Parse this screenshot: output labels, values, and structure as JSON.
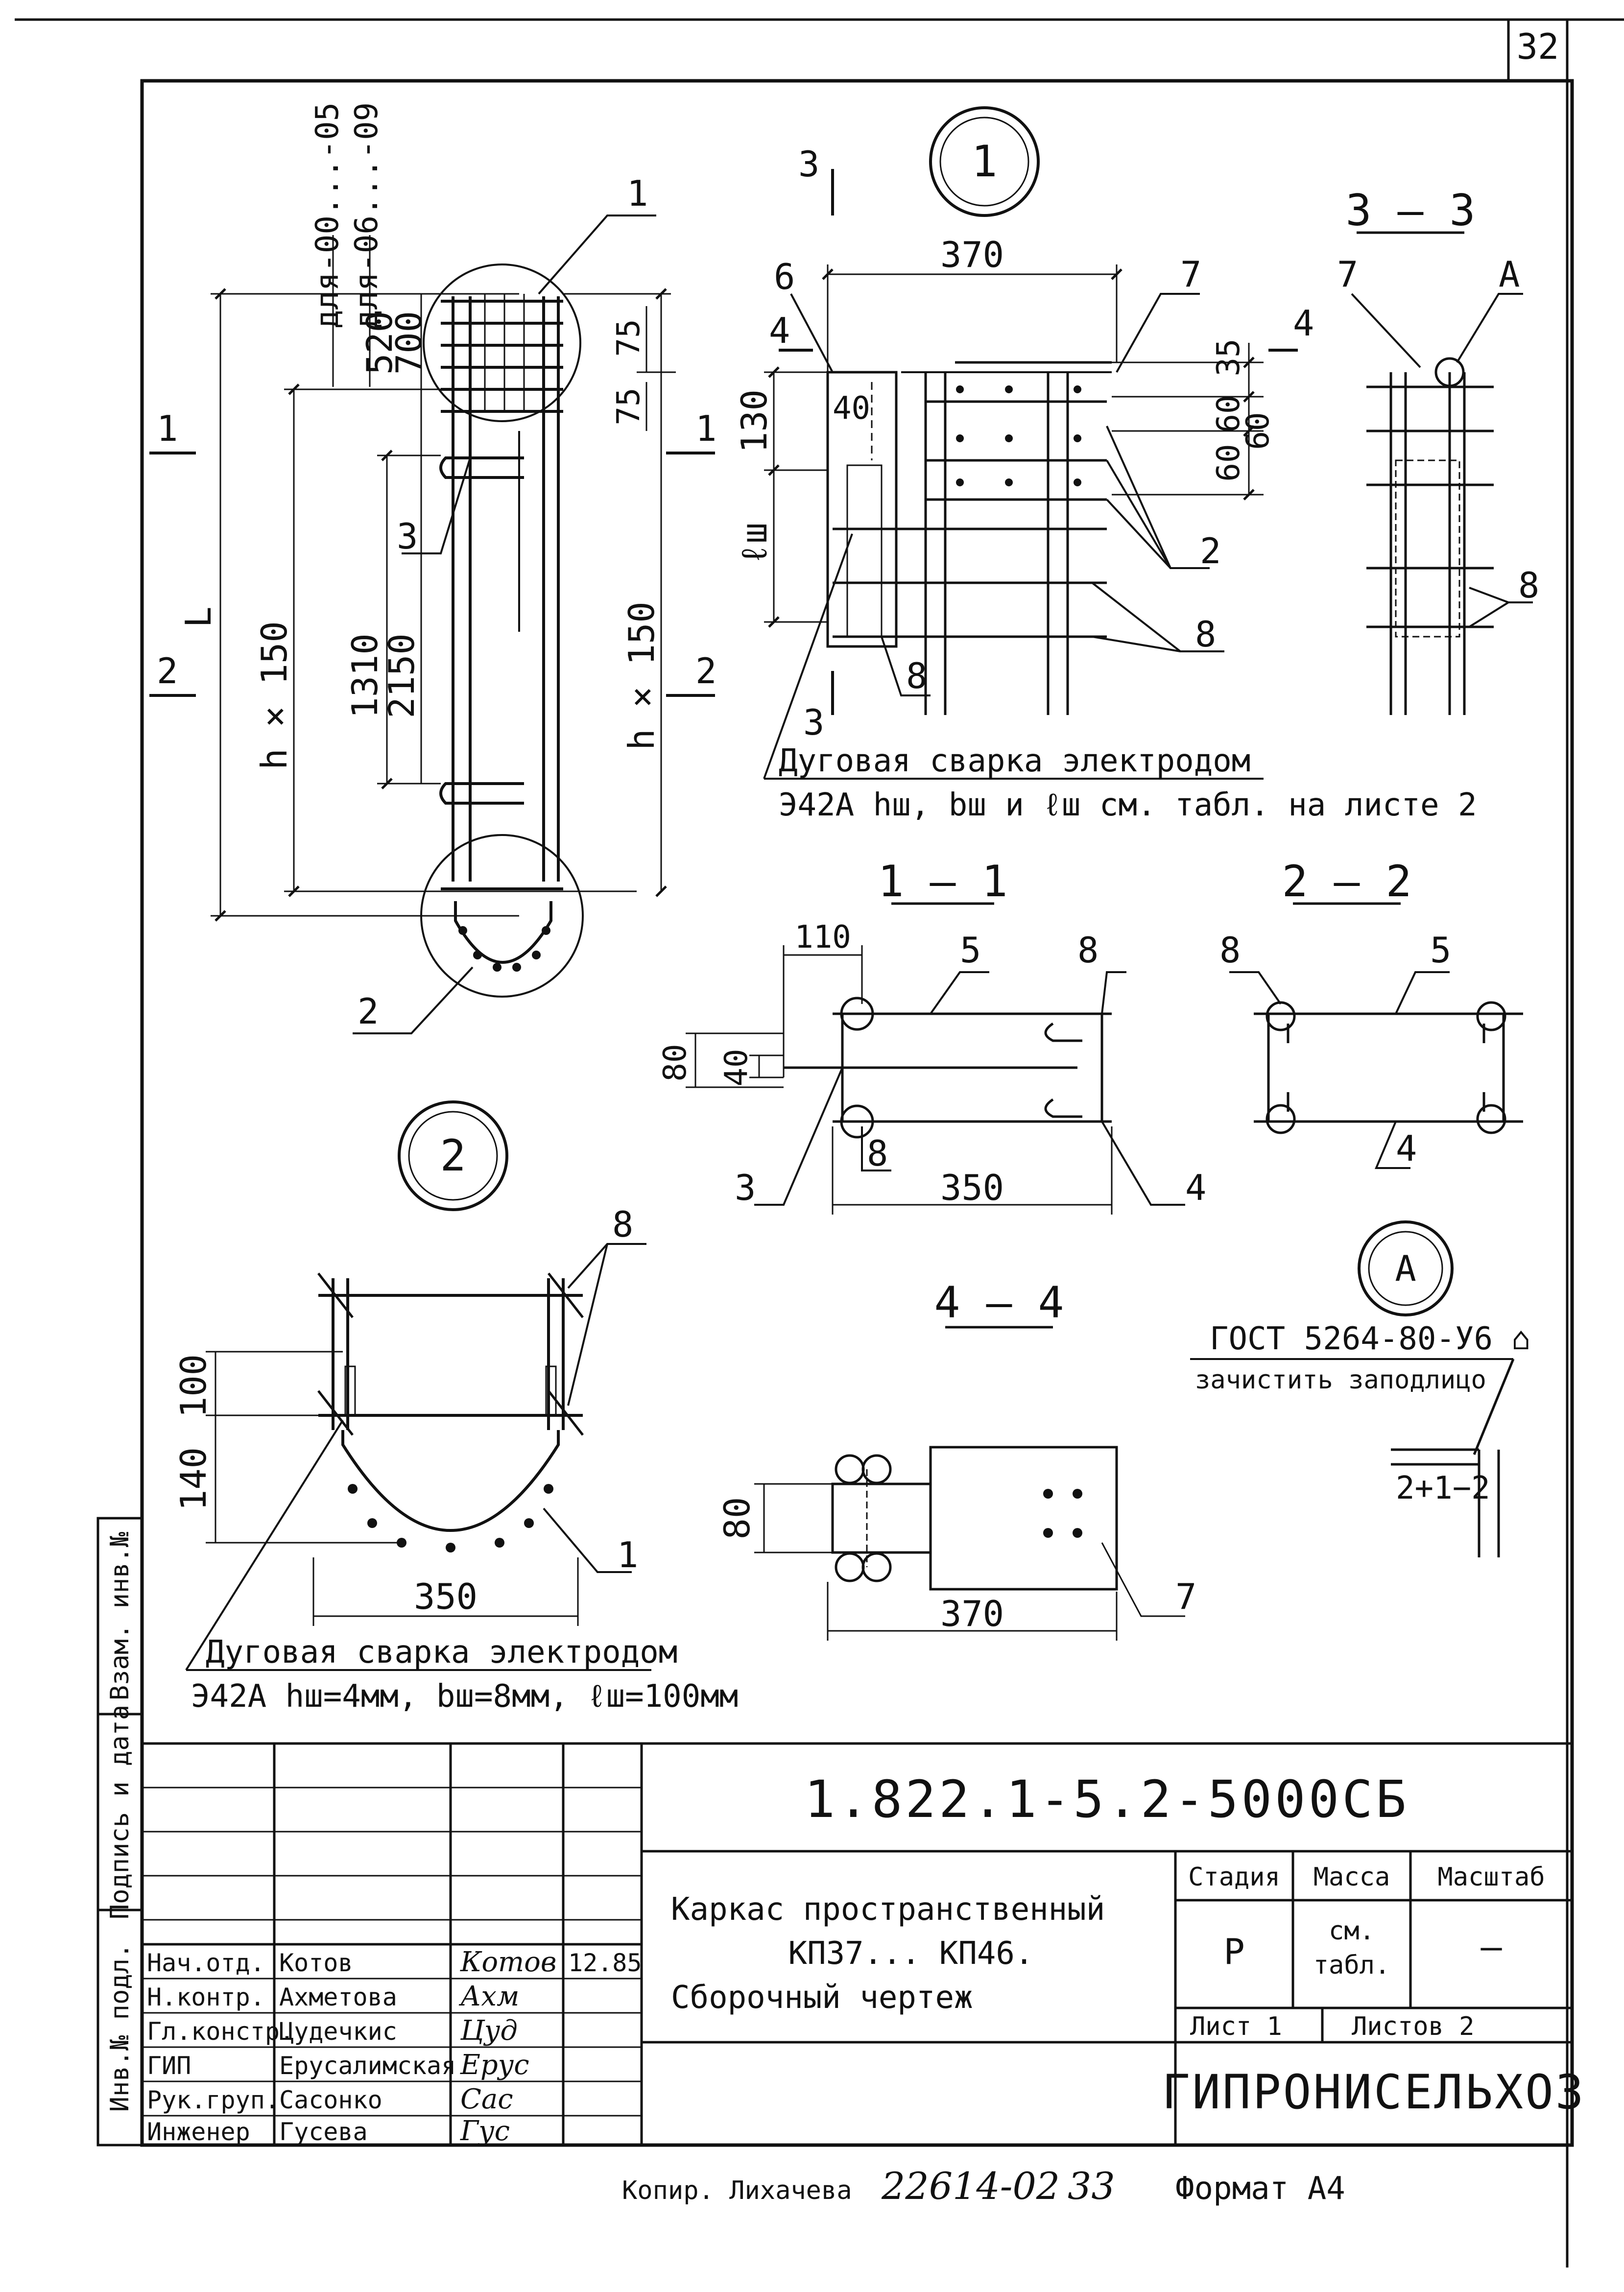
{
  "page_number": "32",
  "main_view": {
    "label_1": "1",
    "label_2": "2",
    "label_3": "3",
    "dim_520": "520",
    "dim_700": "700",
    "for_00_05": "для-00...-05",
    "for_06_09": "для-06...-09",
    "dim_75a": "75",
    "dim_75b": "75",
    "dim_1310": "1310",
    "dim_2150": "2150",
    "dim_L": "L",
    "dim_n150_left": "h × 150",
    "dim_n150_right": "h × 150",
    "sec_1": "1",
    "sec_2": "2"
  },
  "circle_1": "1",
  "circle_2": "2",
  "circle_A": "A",
  "elev_view": {
    "dim_370": "370",
    "dim_40": "40",
    "dim_130": "130",
    "dim_lw": "ℓш",
    "dim_35": "35",
    "dim_60a": "60",
    "dim_60b": "60",
    "dim_60c": "60",
    "pos_6": "6",
    "pos_7": "7",
    "pos_2": "2",
    "pos_8a": "8",
    "pos_8b": "8",
    "cut_3": "3",
    "cut_3b": "3",
    "cut_4": "4",
    "cut_4b": "4",
    "weld_line1": "Дуговая сварка электродом",
    "weld_line2": "Э42А  hш, bш и ℓш см. табл. на листе 2"
  },
  "section_3_3": {
    "title": "3 – 3",
    "pos_7": "7",
    "pos_A": "A",
    "pos_8": "8"
  },
  "section_1_1": {
    "title": "1 – 1",
    "dim_110": "110",
    "dim_80": "80",
    "dim_40": "40",
    "dim_350": "350",
    "pos_5": "5",
    "pos_8a": "8",
    "pos_8b": "8",
    "pos_3": "3",
    "pos_4": "4"
  },
  "section_2_2": {
    "title": "2 – 2",
    "pos_8": "8",
    "pos_5": "5",
    "pos_4": "4"
  },
  "detail_2": {
    "pos_8": "8",
    "pos_1": "1",
    "dim_100": "100",
    "dim_140": "140",
    "dim_350": "350",
    "weld_line1": "Дуговая сварка электродом",
    "weld_line2": "Э42А  hш=4мм, bш=8мм, ℓш=100мм"
  },
  "section_4_4": {
    "title": "4 – 4",
    "dim_80": "80",
    "dim_370": "370",
    "pos_7": "7"
  },
  "detail_A": {
    "gost": "ГОСТ 5264-80-У6 ⌂",
    "clean": "зачистить заподлицо",
    "dim": "2+1−2"
  },
  "side_stamp": {
    "inv_orig": "Инв.№ подл.",
    "sign_date": "Подпись и дата",
    "inv_repl": "Взам. инв.№"
  },
  "title_block": {
    "doc_code": "1.822.1-5.2-5000СБ",
    "title_line1": "Каркас пространственный",
    "title_line2": "КП37... КП46.",
    "title_line3": "Сборочный чертеж",
    "h_stage": "Стадия",
    "h_mass": "Масса",
    "h_scale": "Масштаб",
    "stage": "Р",
    "mass_l1": "см.",
    "mass_l2": "табл.",
    "scale": "—",
    "sheet": "Лист  1",
    "sheets": "Листов  2",
    "org": "ГИПРОНИСЕЛЬХОЗ",
    "rows": [
      {
        "role": "Нач.отд.",
        "name": "Котов",
        "sign": "Котов",
        "date": "12.85"
      },
      {
        "role": "Н.контр.",
        "name": "Ахметова",
        "sign": "Ахм",
        "date": ""
      },
      {
        "role": "Гл.констр.",
        "name": "Цудечкис",
        "sign": "Цуд",
        "date": ""
      },
      {
        "role": "ГИП",
        "name": "Ерусалимская",
        "sign": "Ерус",
        "date": ""
      },
      {
        "role": "Рук.груп.",
        "name": "Сасонко",
        "sign": "Сас",
        "date": ""
      },
      {
        "role": "Инженер",
        "name": "Гусева",
        "sign": "Гус",
        "date": ""
      }
    ]
  },
  "footer": {
    "copy": "Копир. Лихачева",
    "order": "22614-02",
    "num": "33",
    "format": "Формат А4"
  }
}
